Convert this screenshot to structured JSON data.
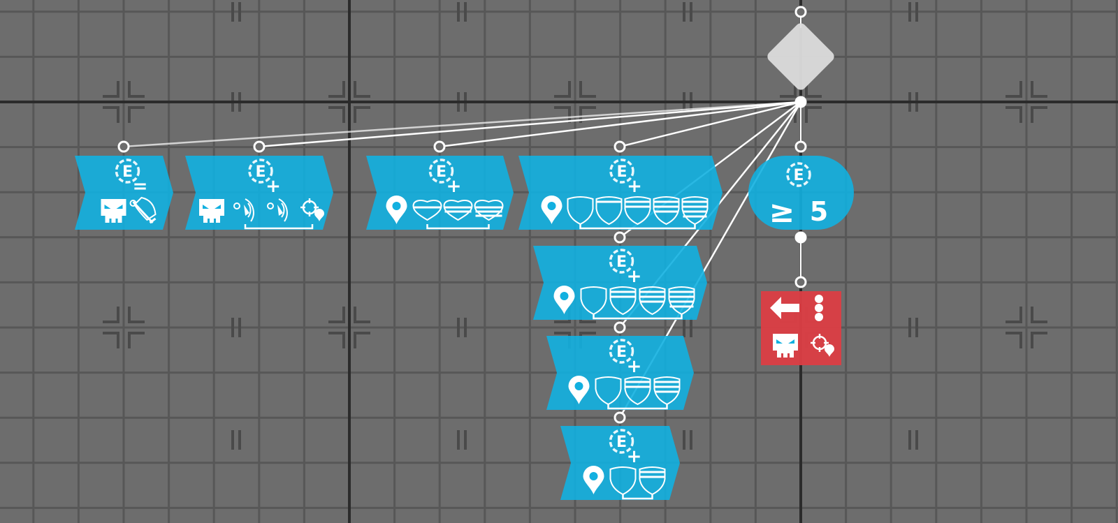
{
  "colors": {
    "background": "#6d6d6d",
    "grid_minor": "#575757",
    "grid_major": "#2b2b2b",
    "event_node": "#12b0e0",
    "action_node": "#dc3e45",
    "branch_node": "#dcdcdc",
    "wire": "#ffffff"
  },
  "graph": {
    "branch": {
      "type": "diamond"
    },
    "nodes": [
      {
        "id": "n1",
        "kind": "event",
        "symbol": "E",
        "op": "=",
        "icons": [
          "skull-icon",
          "sword-shield-pin-icon"
        ],
        "group": false
      },
      {
        "id": "n2",
        "kind": "event",
        "symbol": "E",
        "op": "+",
        "icons": [
          "skull-icon",
          "radar-pin-icon",
          "radar-pin-icon",
          "target-pin-icon"
        ],
        "group": true
      },
      {
        "id": "n3",
        "kind": "event",
        "symbol": "E",
        "op": "+",
        "icons": [
          "map-pin-icon",
          "heart-1-icon",
          "heart-2-icon",
          "heart-3-icon"
        ],
        "group": true
      },
      {
        "id": "n4",
        "kind": "event",
        "symbol": "E",
        "op": "+",
        "icons": [
          "map-pin-icon",
          "shield-0-icon",
          "shield-1-icon",
          "shield-2-icon",
          "shield-3-icon",
          "shield-4-icon"
        ],
        "group": true
      },
      {
        "id": "n5",
        "kind": "event",
        "symbol": "E",
        "op": "+",
        "icons": [
          "map-pin-icon",
          "shield-0-icon",
          "shield-2-icon",
          "shield-3-icon",
          "shield-4-icon"
        ],
        "group": true
      },
      {
        "id": "n6",
        "kind": "event",
        "symbol": "E",
        "op": "+",
        "icons": [
          "map-pin-icon",
          "shield-0-icon",
          "shield-2-icon",
          "shield-3-icon"
        ],
        "group": true
      },
      {
        "id": "n7",
        "kind": "event",
        "symbol": "E",
        "op": "+",
        "icons": [
          "map-pin-icon",
          "shield-0-icon",
          "shield-2-icon"
        ],
        "group": true
      }
    ],
    "condition": {
      "symbol": "E",
      "comparator": "≥",
      "value": "5"
    },
    "action": {
      "icons": [
        "arrow-left-icon",
        "more-vertical-icon",
        "skull-icon",
        "target-pin-icon"
      ]
    }
  }
}
